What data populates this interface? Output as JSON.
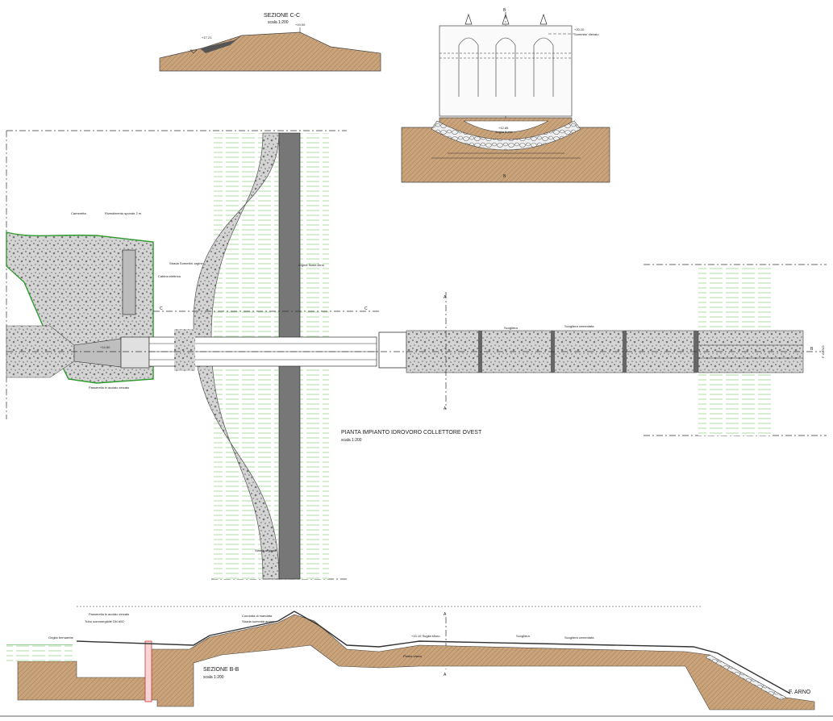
{
  "titles": {
    "section_cc": "SEZIONE C-C",
    "section_cc_scale": "scala 1:200",
    "plan": "PIANTA IMPIANTO IDROVORO COLLETTORE OVEST",
    "plan_scale": "scala 1:200",
    "section_bb": "SEZIONE B-B",
    "section_bb_scale": "scala 1:200"
  },
  "markers": {
    "a": "A",
    "b": "B",
    "c": "C"
  },
  "labels": {
    "river": "F. ARNO",
    "river_vertical": "F. ARNO",
    "el_1721": "+17.21",
    "el_1900": "+19.00",
    "el_2010": "+20.10",
    "sommita_rilevato": "Sommita' rilevato",
    "soglia_fiume": "Soglia fiume",
    "el_1285": "+12.85",
    "cameretta": "Cameretta",
    "scogliera": "Scogliera",
    "scogliera_cementata": "Scogliera cementata",
    "strada_sommita": "Strada Sommita' argine",
    "strada_arginale": "Strada arginale",
    "argine_fiume": "Argine fiume Arno",
    "cabina_elettrica": "Cabina elettrica",
    "passerella": "Passerella in acciaio zincato",
    "rivestimento": "Rivestimento sponde 2 m",
    "griglia": "Griglia fermaerbe",
    "tubo": "Tubo sommergibile DN 600",
    "condotta": "Condotta di mandata",
    "strada_sommita_short": "Strada sommità argine",
    "soglia_sfioro": "+15.10 Soglia sfioro",
    "plateau": "Platea vasca",
    "el_1450": "+14.50"
  }
}
